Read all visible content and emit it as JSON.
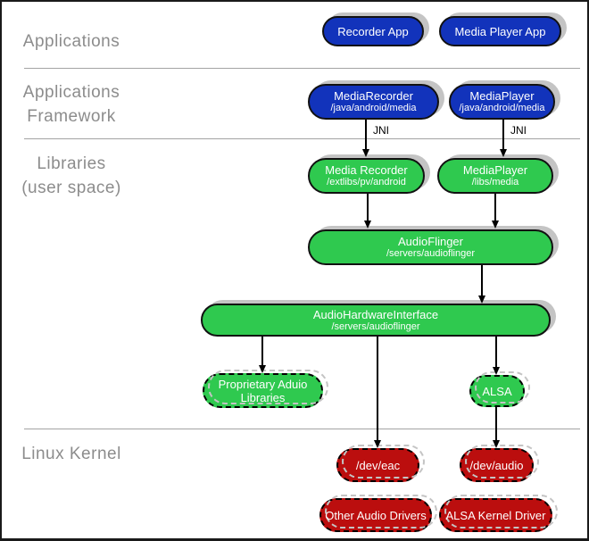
{
  "colors": {
    "blue": "#1233bb",
    "green": "#2fc94f",
    "red": "#bb0e0e",
    "shadow": "#c4c4c4",
    "label": "#8c8c8c",
    "divider": "#a3a3a3"
  },
  "layers": {
    "applications": {
      "line1": "Applications"
    },
    "framework": {
      "line1": "Applications",
      "line2": "Framework"
    },
    "libraries": {
      "line1": "Libraries",
      "line2": "(user space)"
    },
    "kernel": {
      "line1": "Linux Kernel"
    }
  },
  "edge_labels": {
    "jni": "JNI"
  },
  "nodes": {
    "recorder_app": {
      "title": "Recorder App"
    },
    "media_player_app": {
      "title": "Media Player App"
    },
    "media_recorder_fw": {
      "title": "MediaRecorder",
      "subtitle": "/java/android/media"
    },
    "media_player_fw": {
      "title": "MediaPlayer",
      "subtitle": "/java/android/media"
    },
    "media_recorder_lib": {
      "title": "Media Recorder",
      "subtitle": "/extlibs/pv/android"
    },
    "media_player_lib": {
      "title": "MediaPlayer",
      "subtitle": "/libs/media"
    },
    "audio_flinger": {
      "title": "AudioFlinger",
      "subtitle": "/servers/audioflinger"
    },
    "audio_hardware_interface": {
      "title": "AudioHardwareInterface",
      "subtitle": "/servers/audioflinger"
    },
    "proprietary_audio_libraries": {
      "title": "Proprietary Aduio Libraries"
    },
    "alsa": {
      "title": "ALSA"
    },
    "dev_eac": {
      "title": "/dev/eac"
    },
    "dev_audio": {
      "title": "/dev/audio"
    },
    "other_audio_drivers": {
      "title": "Other Audio Drivers"
    },
    "alsa_kernel_driver": {
      "title": "ALSA Kernel Driver"
    }
  }
}
